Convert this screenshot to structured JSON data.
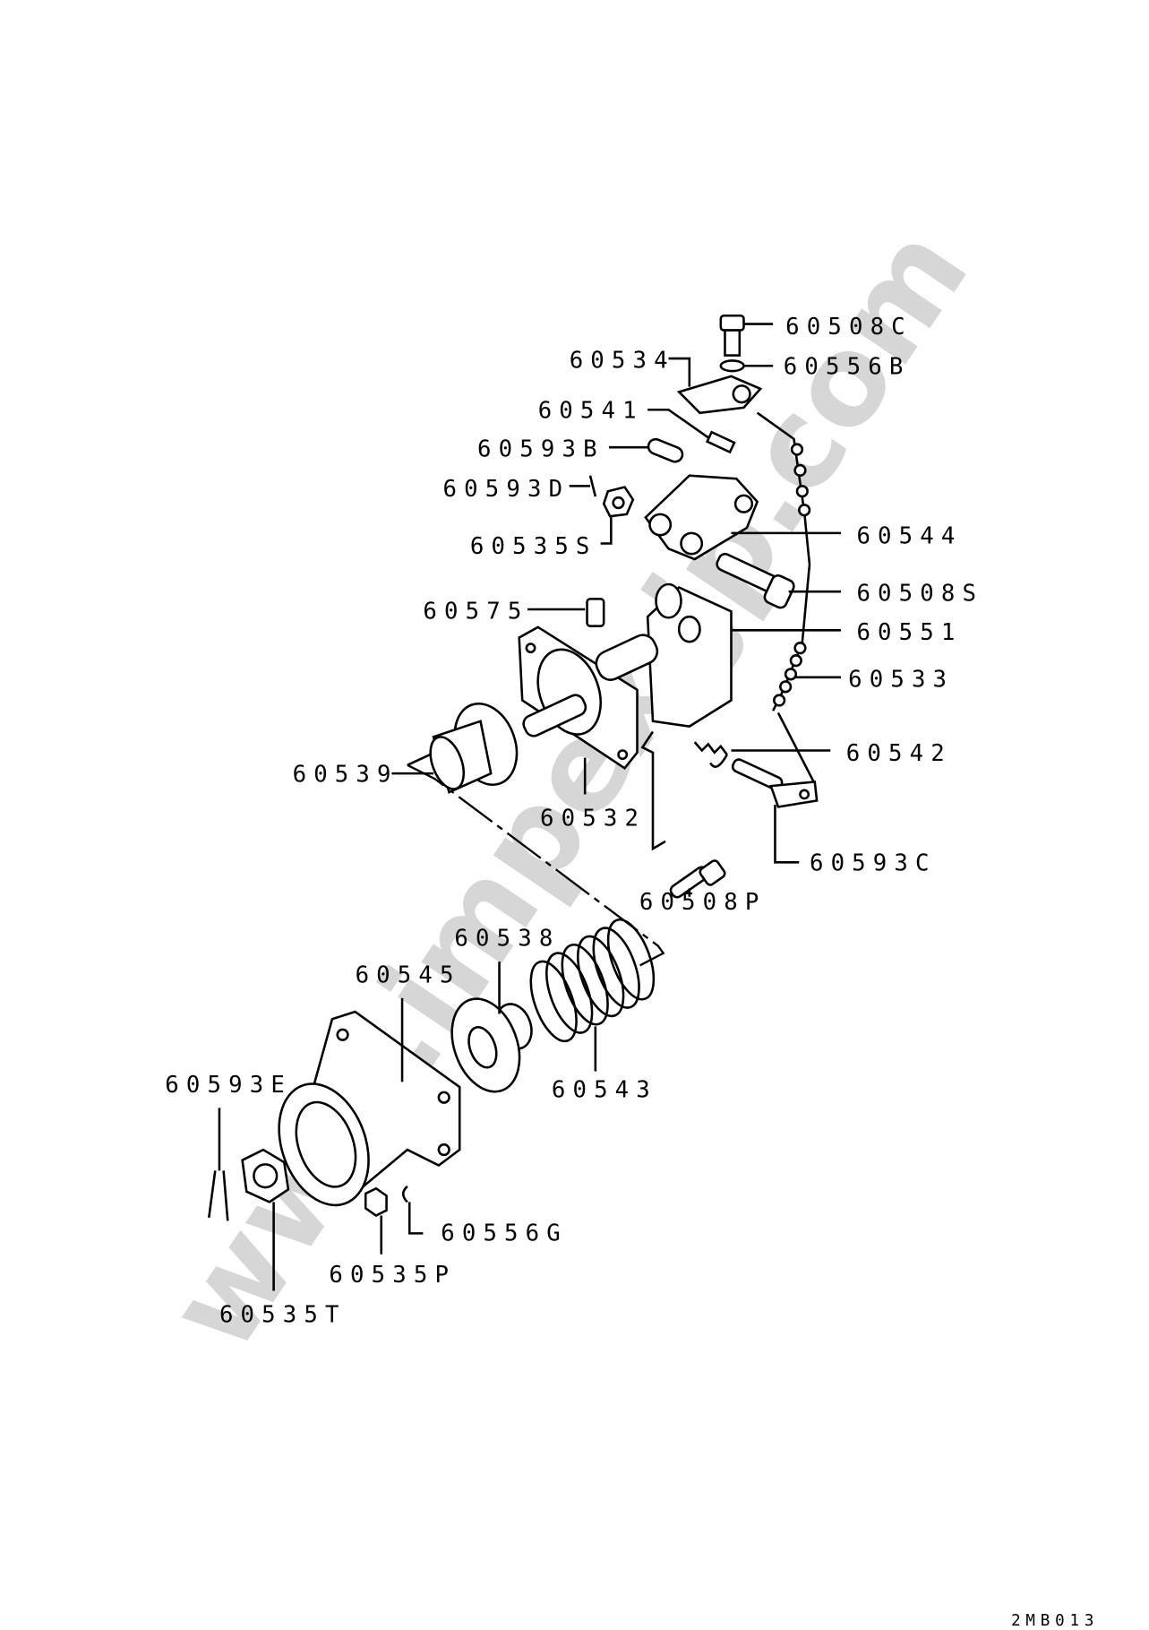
{
  "diagram": {
    "watermark": "www.impex-jp.com",
    "code": "2MB013",
    "labels": {
      "p60508C": "60508C",
      "p60556B": "60556B",
      "p60534": "60534",
      "p60541": "60541",
      "p60593B": "60593B",
      "p60593D": "60593D",
      "p60535S": "60535S",
      "p60544": "60544",
      "p60508S": "60508S",
      "p60575": "60575",
      "p60551": "60551",
      "p60533": "60533",
      "p60542": "60542",
      "p60539": "60539",
      "p60532": "60532",
      "p60593C": "60593C",
      "p60508P": "60508P",
      "p60538": "60538",
      "p60545": "60545",
      "p60543": "60543",
      "p60593E": "60593E",
      "p60556G": "60556G",
      "p60535P": "60535P",
      "p60535T": "60535T"
    }
  }
}
